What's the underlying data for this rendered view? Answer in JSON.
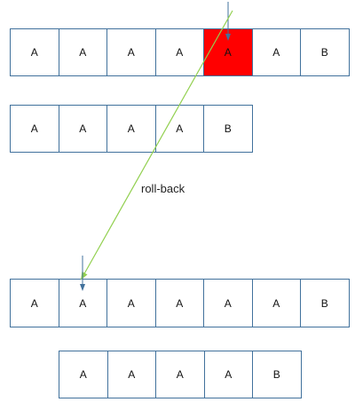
{
  "rows": [
    {
      "cells": [
        "A",
        "A",
        "A",
        "A",
        "A",
        "A",
        "B"
      ],
      "highlight_index": 4
    },
    {
      "cells": [
        "A",
        "A",
        "A",
        "A",
        "B"
      ],
      "highlight_index": -1
    },
    {
      "cells": [
        "A",
        "A",
        "A",
        "A",
        "A",
        "A",
        "B"
      ],
      "highlight_index": -1
    },
    {
      "cells": [
        "A",
        "A",
        "A",
        "A",
        "B"
      ],
      "highlight_index": -1
    }
  ],
  "annotation": {
    "text": "roll-back"
  },
  "colors": {
    "cell_border": "#41719c",
    "highlight_fill": "#ff0000",
    "pointer_arrow": "#41719c",
    "rollback_arrow": "#92d050"
  }
}
